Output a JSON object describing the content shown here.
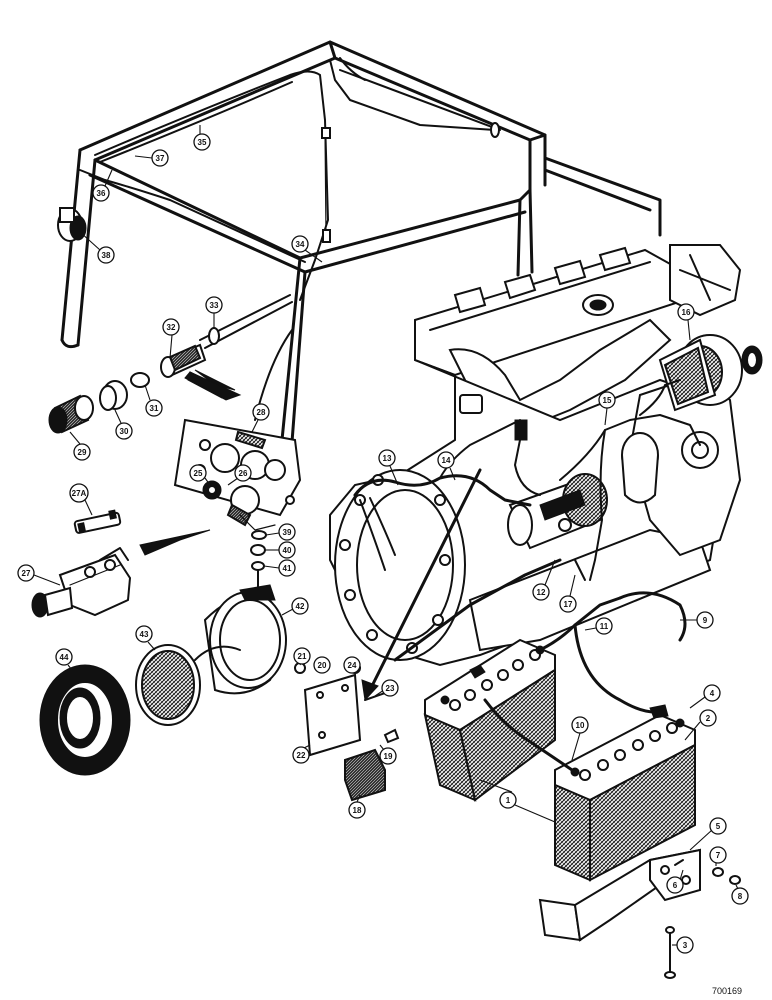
{
  "figure_id": "700169",
  "callouts": [
    {
      "id": "c1",
      "label": "1"
    },
    {
      "id": "c2",
      "label": "2"
    },
    {
      "id": "c3",
      "label": "3"
    },
    {
      "id": "c4",
      "label": "4"
    },
    {
      "id": "c5",
      "label": "5"
    },
    {
      "id": "c6",
      "label": "6"
    },
    {
      "id": "c7",
      "label": "7"
    },
    {
      "id": "c8",
      "label": "8"
    },
    {
      "id": "c9",
      "label": "9"
    },
    {
      "id": "c10",
      "label": "10"
    },
    {
      "id": "c11",
      "label": "11"
    },
    {
      "id": "c12",
      "label": "12"
    },
    {
      "id": "c13",
      "label": "13"
    },
    {
      "id": "c14",
      "label": "14"
    },
    {
      "id": "c15",
      "label": "15"
    },
    {
      "id": "c16",
      "label": "16"
    },
    {
      "id": "c17",
      "label": "17"
    },
    {
      "id": "c18",
      "label": "18"
    },
    {
      "id": "c19",
      "label": "19"
    },
    {
      "id": "c20",
      "label": "20"
    },
    {
      "id": "c21",
      "label": "21"
    },
    {
      "id": "c22",
      "label": "22"
    },
    {
      "id": "c23",
      "label": "23"
    },
    {
      "id": "c24",
      "label": "24"
    },
    {
      "id": "c25",
      "label": "25"
    },
    {
      "id": "c26",
      "label": "26"
    },
    {
      "id": "c27",
      "label": "27"
    },
    {
      "id": "c27A",
      "label": "27A"
    },
    {
      "id": "c28",
      "label": "28"
    },
    {
      "id": "c29",
      "label": "29"
    },
    {
      "id": "c30",
      "label": "30"
    },
    {
      "id": "c31",
      "label": "31"
    },
    {
      "id": "c32",
      "label": "32"
    },
    {
      "id": "c33",
      "label": "33"
    },
    {
      "id": "c34",
      "label": "34"
    },
    {
      "id": "c35",
      "label": "35"
    },
    {
      "id": "c36",
      "label": "36"
    },
    {
      "id": "c37",
      "label": "37"
    },
    {
      "id": "c38",
      "label": "38"
    },
    {
      "id": "c39",
      "label": "39"
    },
    {
      "id": "c40",
      "label": "40"
    },
    {
      "id": "c41",
      "label": "41"
    },
    {
      "id": "c42",
      "label": "42"
    },
    {
      "id": "c43",
      "label": "43"
    },
    {
      "id": "c44",
      "label": "44"
    }
  ]
}
